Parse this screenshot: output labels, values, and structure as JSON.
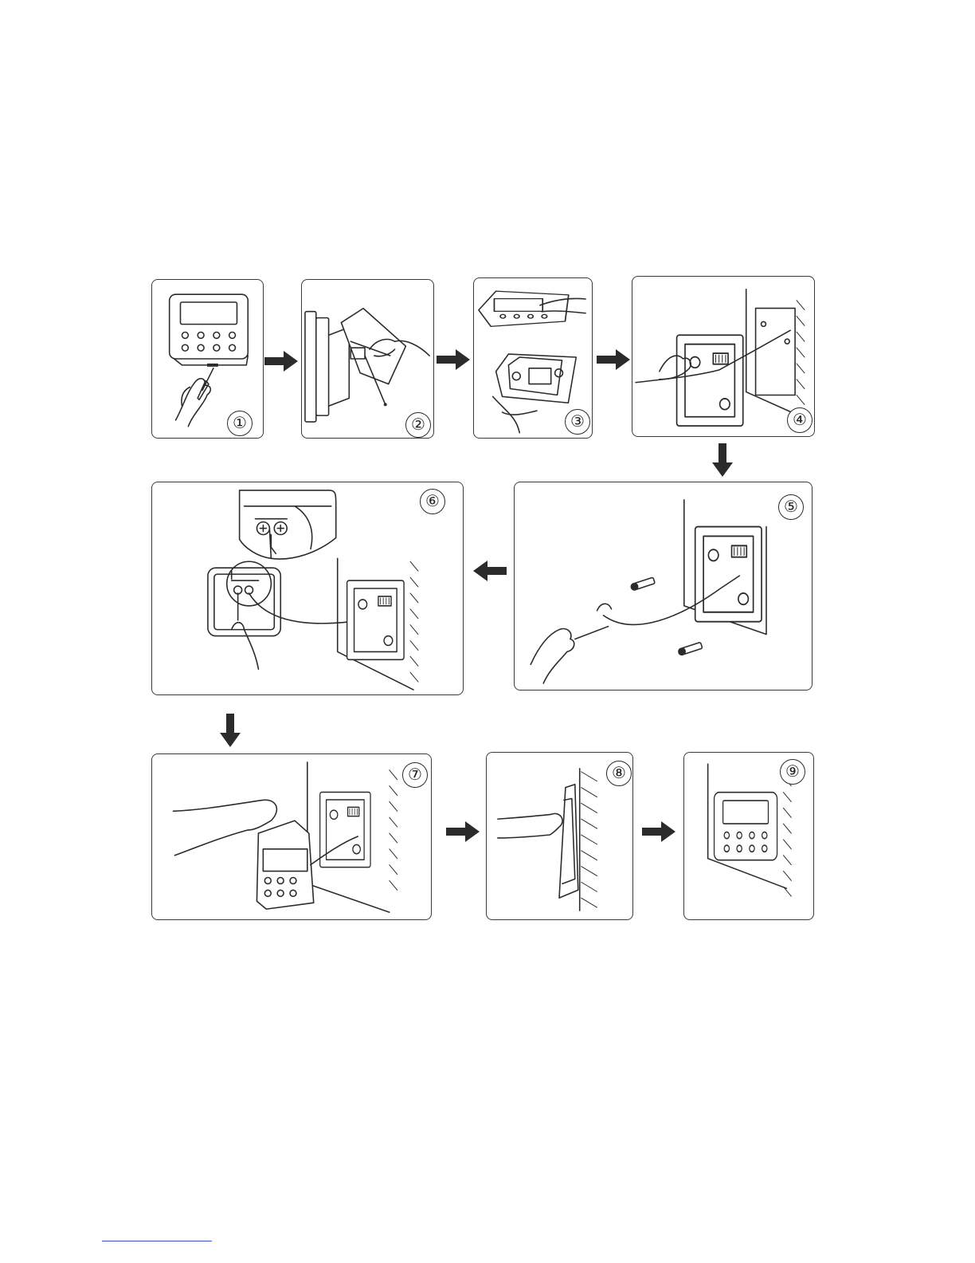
{
  "figure": {
    "steps": [
      {
        "number": "①"
      },
      {
        "number": "②"
      },
      {
        "number": "③"
      },
      {
        "number": "④"
      },
      {
        "number": "⑤"
      },
      {
        "number": "⑥"
      },
      {
        "number": "⑦"
      },
      {
        "number": "⑧"
      },
      {
        "number": "⑨"
      }
    ],
    "arrow_icon": "thick-arrow",
    "line_color": "#2b2b2b",
    "footer_rule_color": "#3a55c8"
  }
}
